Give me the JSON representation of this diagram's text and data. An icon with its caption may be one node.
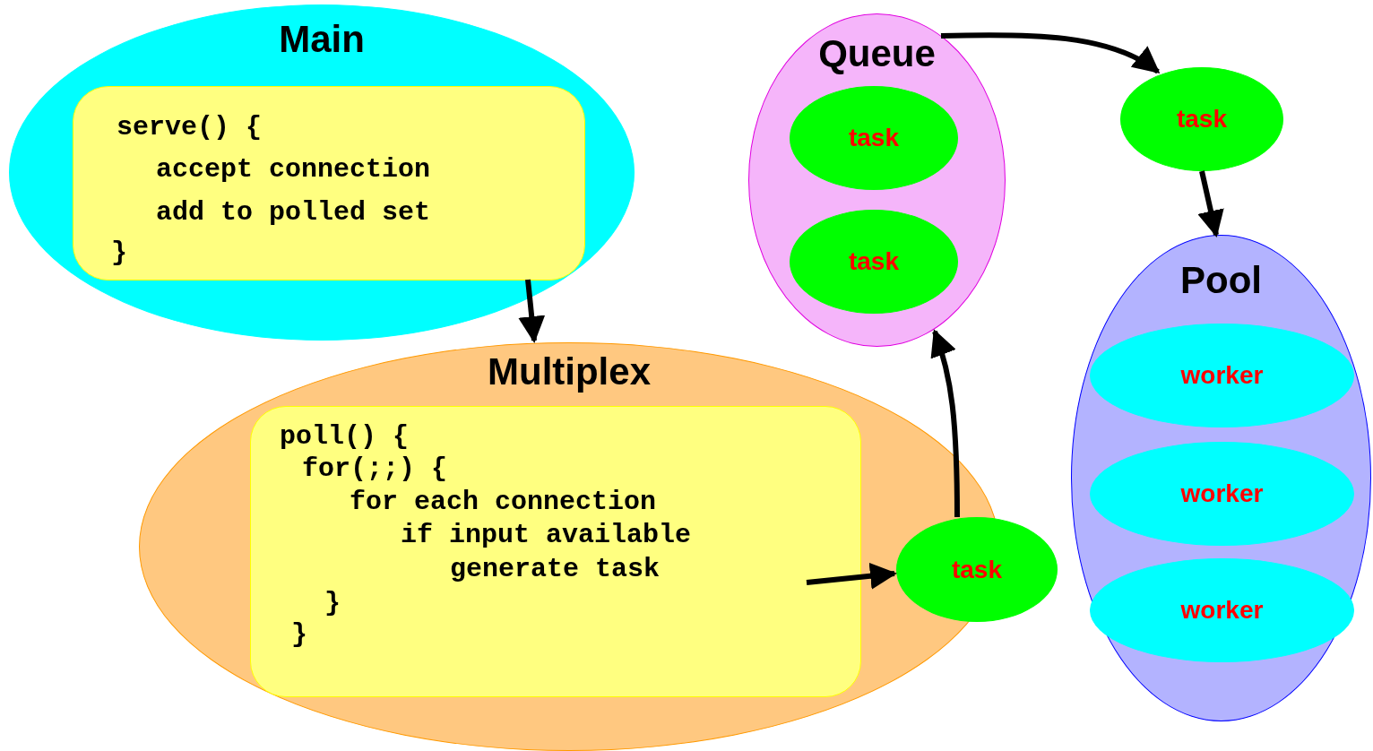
{
  "diagram": {
    "nodes": [
      {
        "text": [
          "Main"
        ]
      },
      {
        "text": [
          "serve() {",
          "accept connection",
          "add to polled set",
          "}"
        ],
        "in": 0
      },
      {
        "text": [
          "Multiplex"
        ]
      },
      {
        "text": [
          "poll() {",
          "for(;;) {",
          "for each connection",
          "if input available",
          "generate task",
          "}",
          "}"
        ],
        "in": 2
      },
      {
        "text": [
          "Queue"
        ]
      },
      {
        "text": [
          "task"
        ],
        "in": 4
      },
      {
        "text": [
          "task"
        ],
        "in": 4
      },
      {
        "text": [
          "task"
        ]
      },
      {
        "text": [
          "Pool"
        ]
      },
      {
        "text": [
          "worker"
        ],
        "in": 8
      },
      {
        "text": [
          "worker"
        ],
        "in": 8
      },
      {
        "text": [
          "worker"
        ],
        "in": 8
      },
      {
        "text": [
          "task"
        ]
      }
    ],
    "edges": [
      {
        "from": 1,
        "to": 2,
        "arrow": "to"
      },
      {
        "from": 3,
        "to": 12,
        "arrow": "to"
      },
      {
        "from": 12,
        "to": 4,
        "arrow": "to"
      },
      {
        "from": 4,
        "to": 7,
        "arrow": "to"
      },
      {
        "from": 7,
        "to": 8,
        "arrow": "to"
      }
    ]
  }
}
